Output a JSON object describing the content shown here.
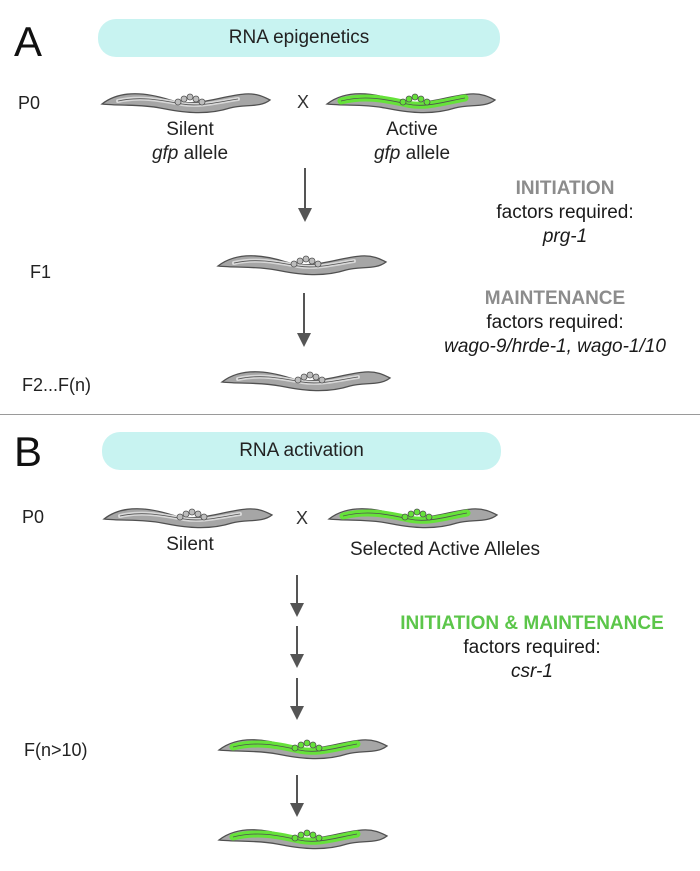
{
  "panel_a": {
    "letter": "A",
    "pill": "RNA epigenetics",
    "gen_p0": "P0",
    "cross": "X",
    "silent_line1": "Silent",
    "silent_line2_italic": "gfp",
    "silent_line2_rest": " allele",
    "active_line1": "Active",
    "active_line2_italic": "gfp",
    "active_line2_rest": " allele",
    "gen_f1": "F1",
    "gen_f2": "F2...F(n)",
    "initiation_header": "INITIATION",
    "initiation_sub": "factors required:",
    "initiation_gene": "prg-1",
    "maintenance_header": "MAINTENANCE",
    "maintenance_sub": "factors required:",
    "maintenance_genes": "wago-9/hrde-1, wago-1/10"
  },
  "panel_b": {
    "letter": "B",
    "pill": "RNA activation",
    "gen_p0": "P0",
    "cross": "X",
    "silent_label": "Silent",
    "active_label": "Selected Active Alleles",
    "header": "INITIATION & MAINTENANCE",
    "sub": "factors required:",
    "gene": "csr-1",
    "gen_fn": "F(n>10)"
  },
  "colors": {
    "worm_body": "#a6a6a6",
    "worm_outline": "#505050",
    "gfp_green": "#66e23a",
    "pill": "#c8f3f1",
    "header_grey": "#8c8c8c",
    "header_green": "#5cc64a",
    "arrow": "#555555"
  }
}
